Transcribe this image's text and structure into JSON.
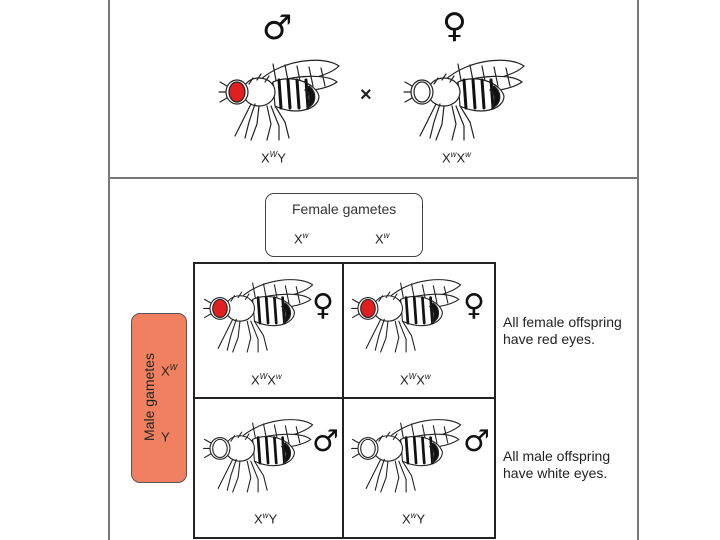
{
  "parents": {
    "male": {
      "symbol": "♂",
      "genotype_base": "X",
      "genotype_sup": "W",
      "genotype_tail": "Y",
      "eye": "red"
    },
    "female": {
      "symbol": "♀",
      "genotype_base": "X",
      "genotype_sup": "w",
      "genotype_mid": "X",
      "genotype_sup2": "w",
      "eye": "white"
    },
    "cross": "×"
  },
  "female_gametes": {
    "title": "Female gametes",
    "items": [
      {
        "base": "X",
        "sup": "w"
      },
      {
        "base": "X",
        "sup": "w"
      }
    ]
  },
  "male_gametes": {
    "title": "Male gametes",
    "items": [
      {
        "base": "X",
        "sup": "W"
      },
      {
        "base": "Y",
        "sup": ""
      }
    ]
  },
  "offspring": [
    {
      "symbol": "♀",
      "base": "X",
      "sup": "W",
      "mid": "X",
      "sup2": "w",
      "tail": "",
      "eye": "red"
    },
    {
      "symbol": "♀",
      "base": "X",
      "sup": "W",
      "mid": "X",
      "sup2": "w",
      "tail": "",
      "eye": "red"
    },
    {
      "symbol": "♂",
      "base": "X",
      "sup": "w",
      "mid": "",
      "sup2": "",
      "tail": "Y",
      "eye": "white"
    },
    {
      "symbol": "♂",
      "base": "X",
      "sup": "w",
      "mid": "",
      "sup2": "",
      "tail": "Y",
      "eye": "white"
    }
  ],
  "notes": {
    "female_line1": "All female offspring",
    "female_line2": "have red eyes.",
    "male_line1": "All male offspring",
    "male_line2": "have white eyes."
  },
  "colors": {
    "red_eye": "#e02020",
    "male_gamete_box": "#f08060",
    "frame": "#777777"
  }
}
